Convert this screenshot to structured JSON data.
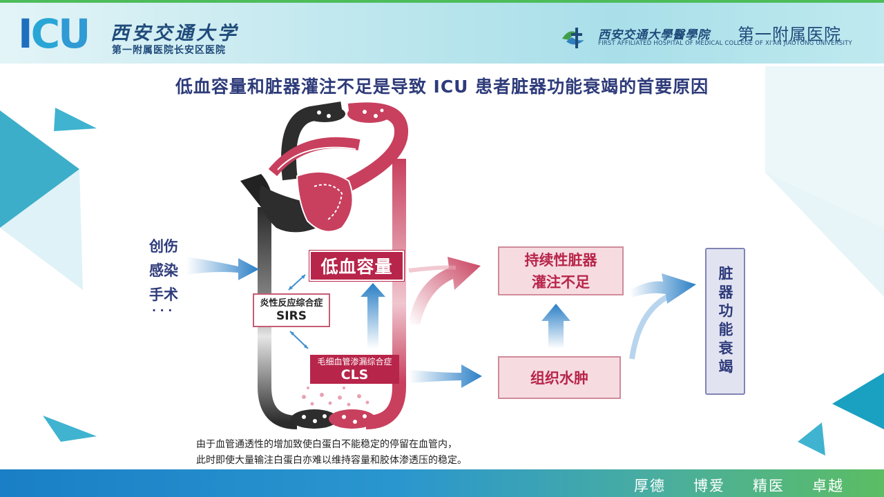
{
  "header": {
    "logo_letters": [
      "I",
      "C",
      "U"
    ],
    "university_script": "西安交通大学",
    "hospital_subtitle": "第一附属医院长安区医院",
    "right_script": "西安交通大學醫學院",
    "right_main": "第一附属医院",
    "right_english": "FIRST AFFILIATED HOSPITAL OF MEDICAL COLLEGE OF XI'AN JIAOTONG UNIVERSITY"
  },
  "title": "低血容量和脏器灌注不足是导致 ICU 患者脏器功能衰竭的首要原因",
  "diagram": {
    "causes": [
      "创伤",
      "感染",
      "手术",
      "· · ·"
    ],
    "hypovolemia": "低血容量",
    "sirs": {
      "zh": "炎性反应综合症",
      "en": "SIRS"
    },
    "cls": {
      "zh": "毛细血管渗漏综合症",
      "en": "CLS"
    },
    "perfusion": {
      "line1": "持续性脏器",
      "line2": "灌注不足"
    },
    "edema": "组织水肿",
    "organ_failure": "脏器功能衰竭"
  },
  "note": {
    "line1": "由于血管通透性的增加致使白蛋白不能稳定的停留在血管内，",
    "line2": "此时即使大量输注白蛋白亦难以维持容量和胶体渗透压的稳定。"
  },
  "footer": {
    "motto": [
      "厚德",
      "博爱",
      "精医",
      "卓越"
    ]
  },
  "colors": {
    "title": "#2e3b7a",
    "accent_red": "#b8254a",
    "arrow_blue": "#2a7fc6",
    "header_green": "#4dbd5b"
  }
}
